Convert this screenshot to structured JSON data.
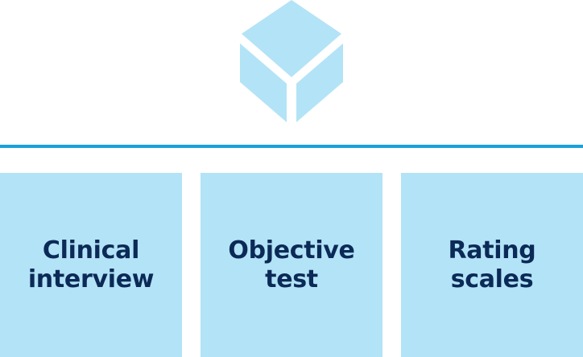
{
  "colors": {
    "background": "#ffffff",
    "box_fill": "#b3e3f6",
    "cube_fill": "#b3e3f6",
    "divider": "#1aa0dc",
    "label_text": "#0b2a57"
  },
  "icon": {
    "name": "cube-icon"
  },
  "boxes": [
    {
      "label": "Clinical\ninterview"
    },
    {
      "label": "Objective\ntest"
    },
    {
      "label": "Rating\nscales"
    }
  ]
}
